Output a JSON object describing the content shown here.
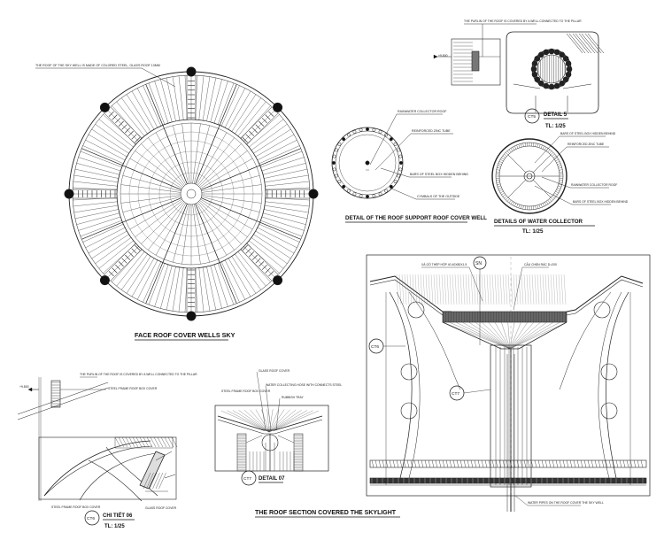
{
  "plan": {
    "title": "FACE ROOF COVER WELLS SKY",
    "note_skywell": "THE ROOF OF THE SKY WELL IS MADE OF COLORED STEEL, GLASS ROOF 13MM"
  },
  "support_detail": {
    "title": "DETAIL OF THE ROOF SUPPORT ROOF COVER WELL",
    "note_collector": "RAINWATER COLLECTOR ROOF",
    "note_tube": "REINFORCED ZINC TUBE",
    "note_bars": "BARS OF STEEL BOX HIDDEN BEHIND",
    "note_outside": "CYMBALS OF THE OUTSIDE"
  },
  "water_collector": {
    "title": "DETAILS OF WATER COLLECTOR",
    "scale": "TL: 1/25",
    "note_bars": "BARS OF STEEL BOX HIDDEN BEHIND",
    "note_tube": "REINFORCED ZINC TUBE",
    "note_collector": "RAINWATER COLLECTOR ROOF",
    "note_bars2": "BARS OF STEEL BOX HIDDEN BEHIND"
  },
  "detail5": {
    "tag": "CT5",
    "title": "DETAIL 5",
    "scale": "TL: 1/25",
    "note_purlin": "THE PURLIN OF THE ROOF IS COVERED BY A WELL CONNECTED TO THE PILLAR",
    "level": "+9.800"
  },
  "detail6": {
    "tag": "CT6",
    "title": "CHI TIẾT 06",
    "scale": "TL: 1/25",
    "note_purlin": "THE PURLIN OF THE ROOF IS COVERED BY A WELL CONNECTED TO THE PILLAR",
    "note_frame": "STEEL FRAME ROOF BOX COVER",
    "note_frame_bottom": "STEEL FRAME ROOF BOX COVER",
    "note_glass": "GLASS ROOF COVER",
    "level": "+9.800"
  },
  "detail7": {
    "tag": "CT7",
    "title": "DETAIL 07",
    "note_glass": "GLASS ROOF COVER",
    "note_frame": "STEEL FRAME ROOF BOX COVER",
    "note_hose": "WATER COLLECTING HOSE WITH CONNECTS STEEL",
    "note_tray": "RUBBISH TRAY"
  },
  "section": {
    "title": "THE ROOF SECTION COVERED THE SKYLIGHT",
    "tag_sn": "SN",
    "tag_ct6": "CT6",
    "tag_ct7": "CT7",
    "note_left": "XÀ GỒ THÉP HỘP 40 40X80X1.5",
    "note_right": "CẦU CHẮN RÁC D=200",
    "note_pipe": "WATER PIPES ON THE ROOF COVER THE SKY WELL"
  }
}
